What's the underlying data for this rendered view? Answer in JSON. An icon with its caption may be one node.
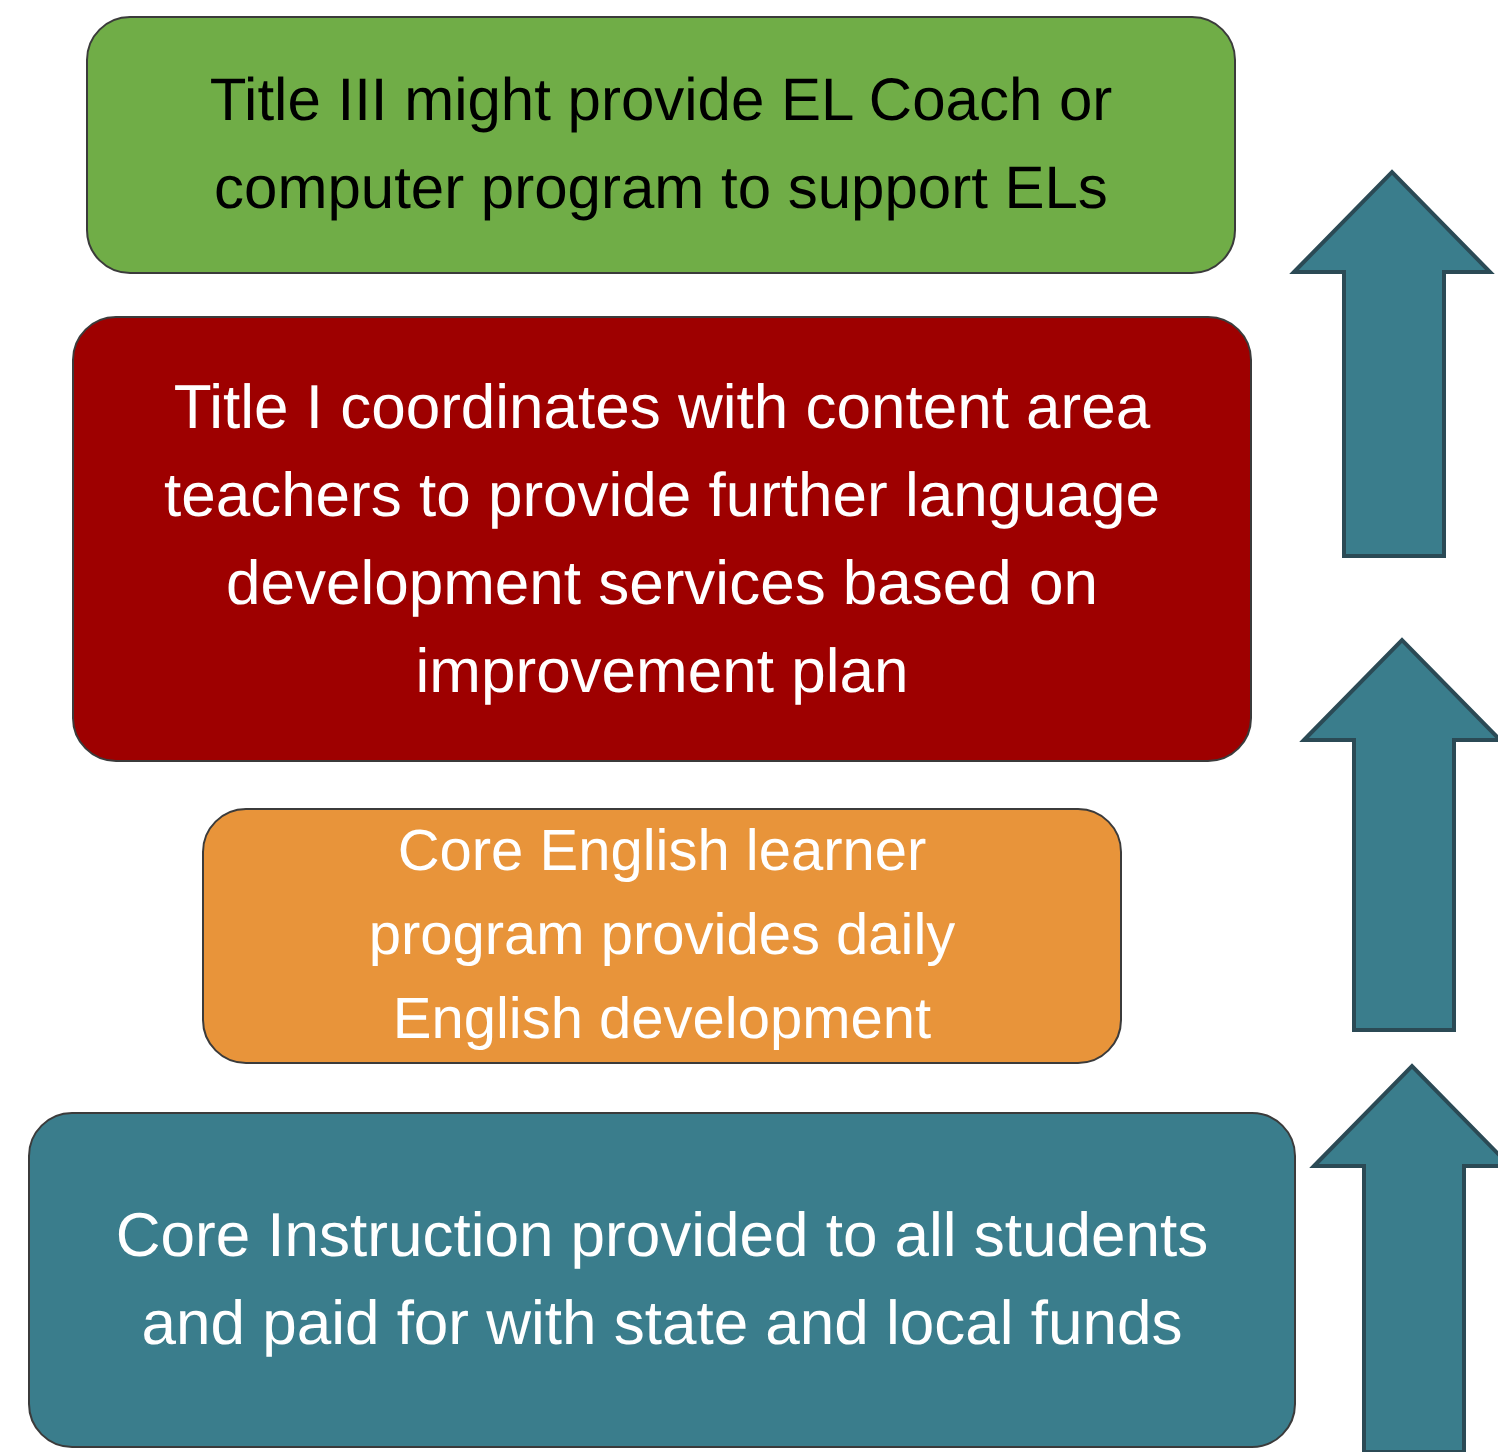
{
  "diagram": {
    "nodes": [
      {
        "text": [
          "Title III might provide EL Coach or computer program to support ELs"
        ]
      },
      {
        "text": [
          "Title I coordinates with content area teachers to provide further language development services based on improvement plan"
        ]
      },
      {
        "text": [
          "Core English learner program provides daily English development"
        ]
      },
      {
        "text": [
          "Core Instruction provided to all students and paid for with state and local funds"
        ]
      }
    ]
  }
}
